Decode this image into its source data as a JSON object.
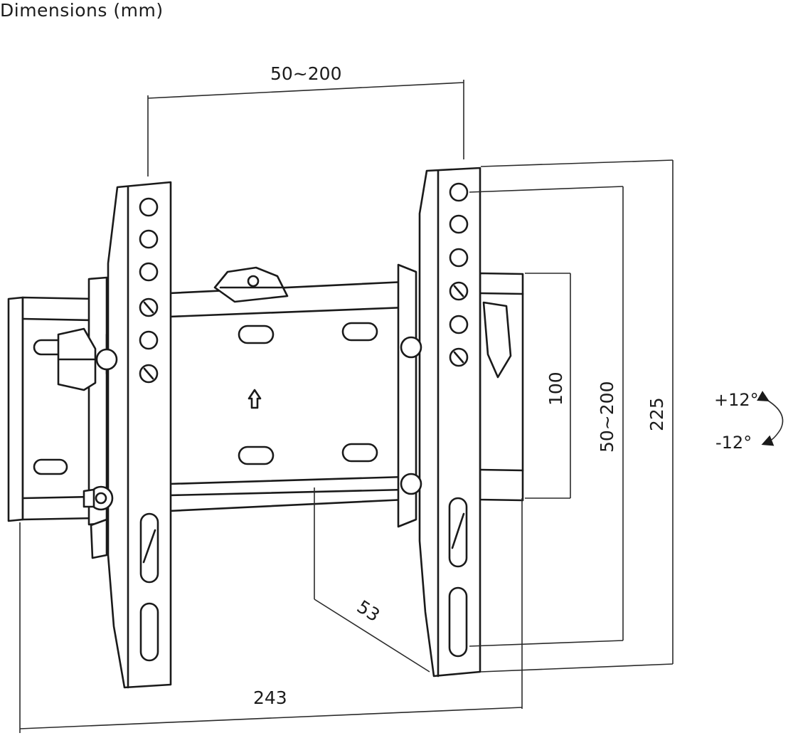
{
  "title": "Dimensions (mm)",
  "dimensions": {
    "vesa_horizontal": "50~200",
    "vesa_vertical": "50~200",
    "wall_plate_height": "100",
    "total_height": "225",
    "depth": "53",
    "total_width": "243"
  },
  "tilt": {
    "up": "+12°",
    "down": "-12°"
  }
}
